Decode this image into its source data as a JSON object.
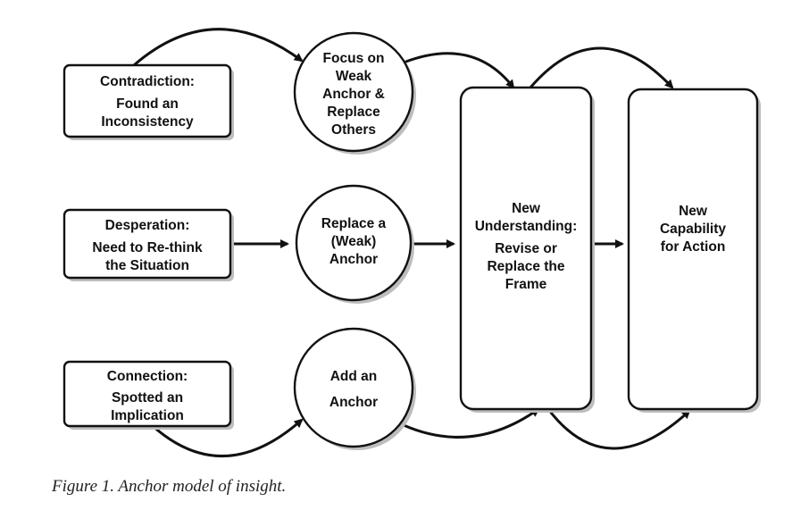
{
  "diagram": {
    "boxes": {
      "contradiction": {
        "title": "Contradiction:",
        "lines": [
          "Found an",
          "Inconsistency"
        ]
      },
      "desperation": {
        "title": "Desperation:",
        "lines": [
          "Need to Re-think",
          "the Situation"
        ]
      },
      "connection": {
        "title": "Connection:",
        "lines": [
          "Spotted an",
          "Implication"
        ]
      }
    },
    "circles": {
      "focus": {
        "lines": [
          "Focus on",
          "Weak",
          "Anchor &",
          "Replace",
          "Others"
        ]
      },
      "replace": {
        "lines": [
          "Replace a",
          "(Weak)",
          "Anchor"
        ]
      },
      "add": {
        "lines": [
          "Add an",
          "Anchor"
        ]
      }
    },
    "pills": {
      "understanding": {
        "lines": [
          "New",
          "Understanding:",
          "Revise or",
          "Replace the",
          "Frame"
        ]
      },
      "capability": {
        "lines": [
          "New",
          "Capability",
          "for Action"
        ]
      }
    }
  },
  "caption": "Figure 1. Anchor model of insight."
}
